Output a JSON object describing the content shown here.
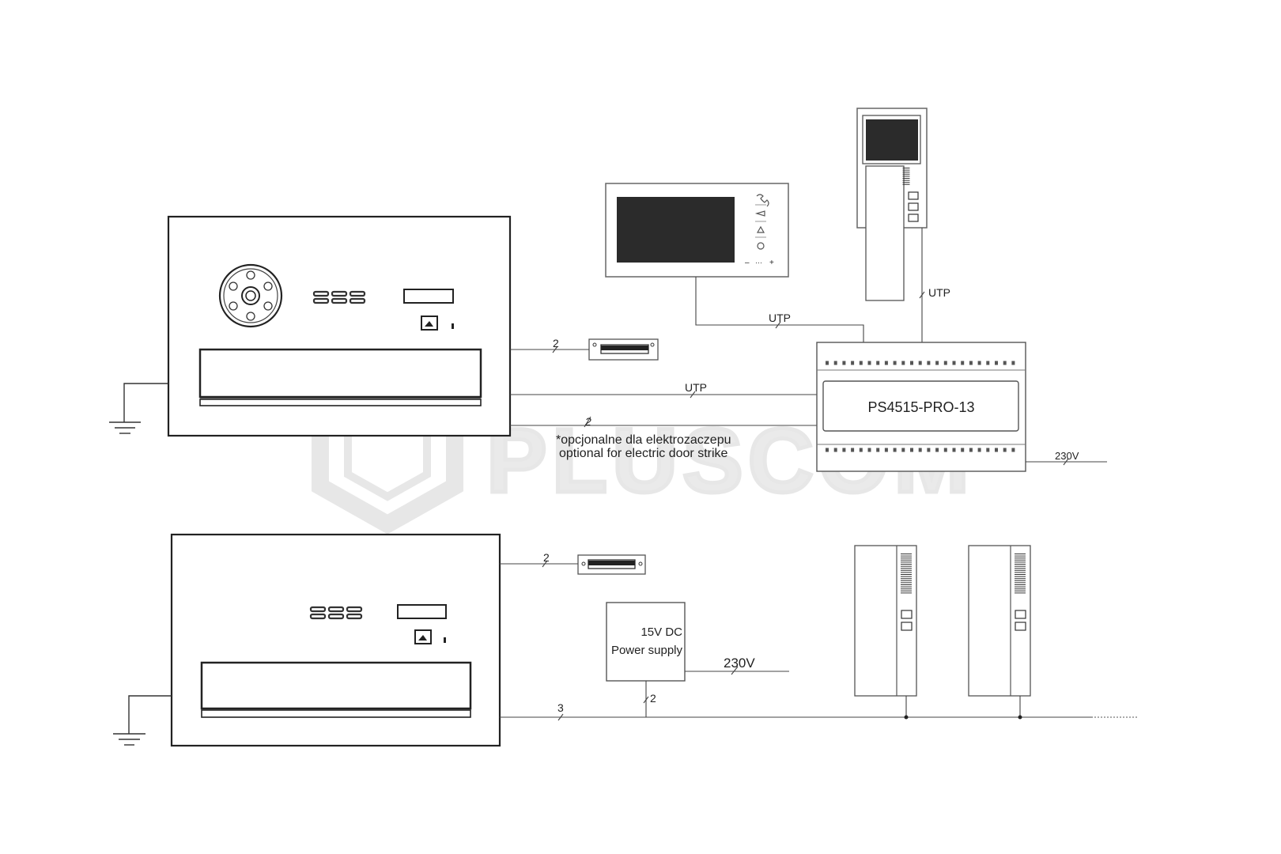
{
  "controller": {
    "label": "PS4515-PRO-13"
  },
  "cables": {
    "top_strike_wires": "2",
    "top_panel_utp": "UTP",
    "monitor_utp": "UTP",
    "handset_utp": "UTP",
    "optional_wires": "2",
    "mains_top": "230V",
    "bottom_strike_wires": "2",
    "psu_wires": "2",
    "bus_wires": "3",
    "mains_bottom": "230V"
  },
  "notes": {
    "optional_pl": "*opcjonalne dla elektrozaczepu",
    "optional_en": "optional for electric door strike"
  },
  "power_supply": {
    "line1": "15V DC",
    "line2": "Power supply"
  },
  "watermark": "PLUSCOM"
}
